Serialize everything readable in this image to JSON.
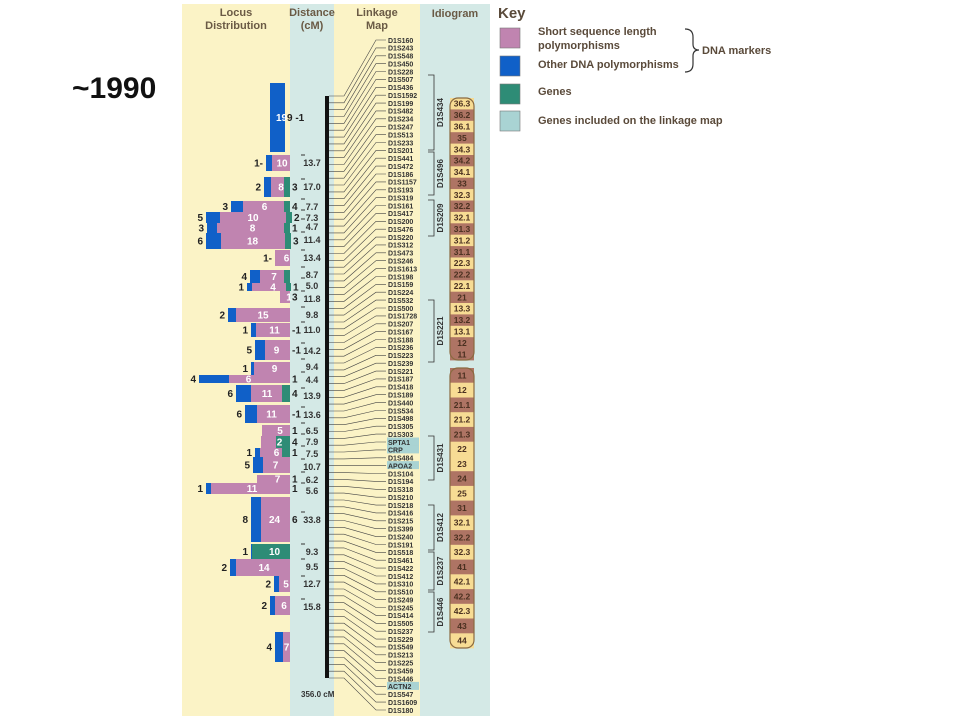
{
  "slide": {
    "year_label": "~1990"
  },
  "headers": {
    "locus": [
      "Locus",
      "Distribution"
    ],
    "distance": [
      "Distance",
      "(cM)"
    ],
    "linkage": [
      "Linkage",
      "Map"
    ],
    "idiogram": "Idiogram",
    "key": "Key"
  },
  "key": {
    "items": [
      {
        "label_lines": [
          "Short sequence length",
          "polymorphisms"
        ],
        "color": "#c084b0"
      },
      {
        "label_lines": [
          "Other DNA polymorphisms"
        ],
        "color": "#1060c8"
      },
      {
        "label_lines": [
          "Genes"
        ],
        "color": "#2e8c76"
      },
      {
        "label_lines": [
          "Genes included on the linkage map"
        ],
        "color": "#a9d3d3"
      }
    ],
    "group_label": "DNA markers"
  },
  "colors": {
    "locus_bg": "#fbf3c6",
    "distance_bg": "#d4e9e6",
    "map_bg": "#fbf3c6",
    "idiogram_bg": "#d4e9e6",
    "ssl": "#c084b0",
    "other": "#1060c8",
    "gene": "#2e8c76",
    "gene_map": "#a9d3d3",
    "band_light": "#f7dc94",
    "band_dark": "#ae7464"
  },
  "loci": [
    {
      "label": "19",
      "left": "",
      "right": "9 -1"
    },
    {
      "label": "10",
      "left": "1-",
      "right": ""
    },
    {
      "label": "8",
      "left": "2",
      "right": "3"
    },
    {
      "label": "6",
      "left": "3",
      "right": "4"
    },
    {
      "label": "10",
      "left": "5",
      "right": "2"
    },
    {
      "label": "8",
      "left": "3",
      "right": "1"
    },
    {
      "label": "18",
      "left": "6",
      "right": "3"
    },
    {
      "label": "6",
      "left": "1-",
      "right": ""
    },
    {
      "label": "7",
      "left": "4",
      "right": ""
    },
    {
      "label": "4",
      "left": "1",
      "right": "1"
    },
    {
      "label": "1",
      "left": "",
      "right": "3"
    },
    {
      "label": "15",
      "left": "2",
      "right": ""
    },
    {
      "label": "11",
      "left": "1",
      "right": "-1"
    },
    {
      "label": "9",
      "left": "5",
      "right": "-1"
    },
    {
      "label": "9",
      "left": "1",
      "right": ""
    },
    {
      "label": "6",
      "left": "4",
      "right": "1"
    },
    {
      "label": "11",
      "left": "6",
      "right": "4"
    },
    {
      "label": "11",
      "left": "6",
      "right": "-1"
    },
    {
      "label": "5",
      "left": "",
      "right": "1"
    },
    {
      "label": "2",
      "left": "",
      "right": "4"
    },
    {
      "label": "6",
      "left": "1",
      "right": "1"
    },
    {
      "label": "7",
      "left": "5",
      "right": ""
    },
    {
      "label": "7",
      "left": "",
      "right": "1"
    },
    {
      "label": "11",
      "left": "1",
      "right": "1"
    },
    {
      "label": "24",
      "left": "8",
      "right": "6"
    },
    {
      "label": "10",
      "left": "1",
      "right": ""
    },
    {
      "label": "14",
      "left": "2",
      "right": ""
    },
    {
      "label": "5",
      "left": "2",
      "right": ""
    },
    {
      "label": "6",
      "left": "2",
      "right": ""
    },
    {
      "label": "7",
      "left": "4",
      "right": ""
    }
  ],
  "distances": [
    "13.7",
    "17.0",
    "7.7",
    "7.3",
    "4.7",
    "11.4",
    "13.4",
    "8.7",
    "5.0",
    "11.8",
    "9.8",
    "11.0",
    "14.2",
    "9.4",
    "4.4",
    "13.9",
    "13.6",
    "6.5",
    "7.9",
    "7.5",
    "10.7",
    "6.2",
    "5.6",
    "33.8",
    "9.3",
    "9.5",
    "12.7",
    "15.8"
  ],
  "total_distance": "356.0 cM",
  "markers": [
    "D1S160",
    "D1S243",
    "D1S548",
    "D1S450",
    "D1S228",
    "D1S507",
    "D1S436",
    "D1S1592",
    "D1S199",
    "D1S482",
    "D1S234",
    "D1S247",
    "D1S513",
    "D1S233",
    "D1S201",
    "D1S441",
    "D1S472",
    "D1S186",
    "D1S1157",
    "D1S193",
    "D1S319",
    "D1S161",
    "D1S417",
    "D1S200",
    "D1S476",
    "D1S220",
    "D1S312",
    "D1S473",
    "D1S246",
    "D1S1613",
    "D1S198",
    "D1S159",
    "D1S224",
    "D1S532",
    "D1S500",
    "D1S1728",
    "D1S207",
    "D1S167",
    "D1S188",
    "D1S236",
    "D1S223",
    "D1S239",
    "D1S221",
    "D1S187",
    "D1S418",
    "D1S189",
    "D1S440",
    "D1S534",
    "D1S498",
    "D1S305",
    "D1S303",
    "SPTA1",
    "CRP",
    "D1S484",
    "APOA2",
    "D1S104",
    "D1S194",
    "D1S318",
    "D1S210",
    "D1S218",
    "D1S416",
    "D1S215",
    "D1S399",
    "D1S240",
    "D1S191",
    "D1S518",
    "D1S461",
    "D1S422",
    "D1S412",
    "D1S310",
    "D1S510",
    "D1S249",
    "D1S245",
    "D1S414",
    "D1S505",
    "D1S237",
    "D1S229",
    "D1S549",
    "D1S213",
    "D1S225",
    "D1S459",
    "D1S446",
    "ACTN2",
    "D1S547",
    "D1S1609",
    "D1S180"
  ],
  "genes_on_map": [
    "SPTA1",
    "CRP",
    "APOA2",
    "ACTN2"
  ],
  "bracket_labels": [
    "D1S434",
    "D1S496",
    "D1S209",
    "D1S221",
    "D1S431",
    "D1S412",
    "D1S237",
    "D1S446"
  ],
  "bands": [
    {
      "label": "36.3",
      "dark": false
    },
    {
      "label": "36.2",
      "dark": true
    },
    {
      "label": "36.1",
      "dark": false
    },
    {
      "label": "35",
      "dark": true
    },
    {
      "label": "34.3",
      "dark": false
    },
    {
      "label": "34.2",
      "dark": true
    },
    {
      "label": "34.1",
      "dark": false
    },
    {
      "label": "33",
      "dark": true
    },
    {
      "label": "32.3",
      "dark": false
    },
    {
      "label": "32.2",
      "dark": true
    },
    {
      "label": "32.1",
      "dark": false
    },
    {
      "label": "31.3",
      "dark": true
    },
    {
      "label": "31.2",
      "dark": false
    },
    {
      "label": "31.1",
      "dark": true
    },
    {
      "label": "22.3",
      "dark": false
    },
    {
      "label": "22.2",
      "dark": true
    },
    {
      "label": "22.1",
      "dark": false
    },
    {
      "label": "21",
      "dark": true
    },
    {
      "label": "13.3",
      "dark": false
    },
    {
      "label": "13.2",
      "dark": true
    },
    {
      "label": "13.1",
      "dark": false
    },
    {
      "label": "12",
      "dark": true
    },
    {
      "label": "11",
      "dark": true
    },
    {
      "label": "11",
      "dark": true
    },
    {
      "label": "12",
      "dark": false
    },
    {
      "label": "21.1",
      "dark": true
    },
    {
      "label": "21.2",
      "dark": false
    },
    {
      "label": "21.3",
      "dark": true
    },
    {
      "label": "22",
      "dark": false
    },
    {
      "label": "23",
      "dark": false
    },
    {
      "label": "24",
      "dark": true
    },
    {
      "label": "25",
      "dark": false
    },
    {
      "label": "31",
      "dark": true
    },
    {
      "label": "32.1",
      "dark": false
    },
    {
      "label": "32.2",
      "dark": true
    },
    {
      "label": "32.3",
      "dark": false
    },
    {
      "label": "41",
      "dark": true
    },
    {
      "label": "42.1",
      "dark": false
    },
    {
      "label": "42.2",
      "dark": true
    },
    {
      "label": "42.3",
      "dark": false
    },
    {
      "label": "43",
      "dark": true
    },
    {
      "label": "44",
      "dark": false
    }
  ]
}
